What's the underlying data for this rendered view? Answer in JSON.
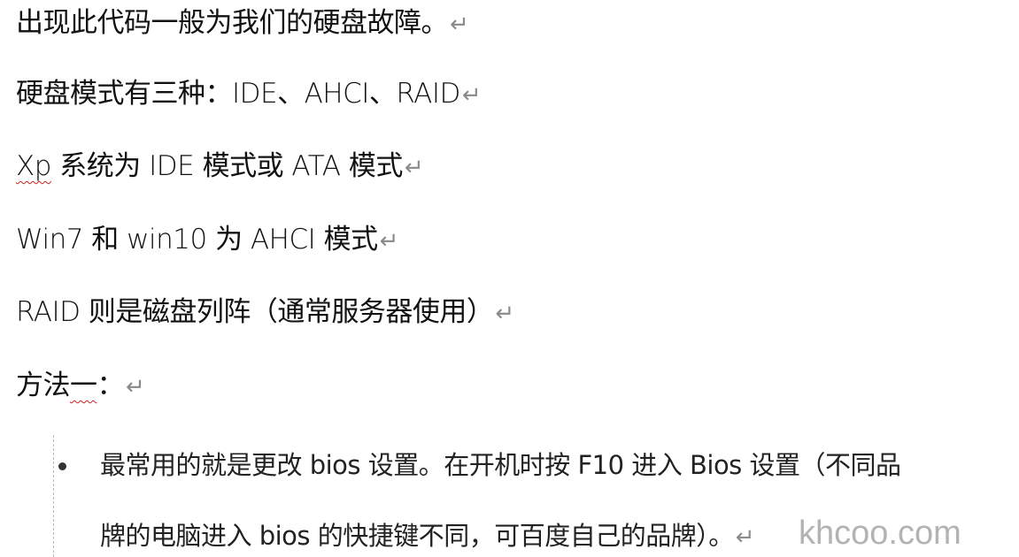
{
  "document": {
    "paragraphs": [
      {
        "text": "出现此代码一般为我们的硬盘故障。",
        "mark": "↵"
      },
      {
        "text": "硬盘模式有三种：IDE、AHCI、RAID",
        "mark": "↵"
      },
      {
        "text_squiggle": "Xp",
        "text": " 系统为 IDE 模式或 ATA 模式",
        "mark": "↵"
      },
      {
        "text": "Win7 和 win10 为 AHCI 模式",
        "mark": "↵"
      },
      {
        "text": "RAID 则是磁盘列阵（通常服务器使用）",
        "mark": "↵"
      },
      {
        "text_pre": "方法",
        "text_squiggle": "一",
        "text": "：",
        "mark": "↵"
      }
    ],
    "bullet_item": {
      "line1": "最常用的就是更改 bios 设置。在开机时按 F10 进入 Bios 设置（不同品",
      "line2": "牌的电脑进入 bios 的快捷键不同，可百度自己的品牌）。",
      "mark": "↵"
    }
  },
  "watermark": "khcoo.com"
}
